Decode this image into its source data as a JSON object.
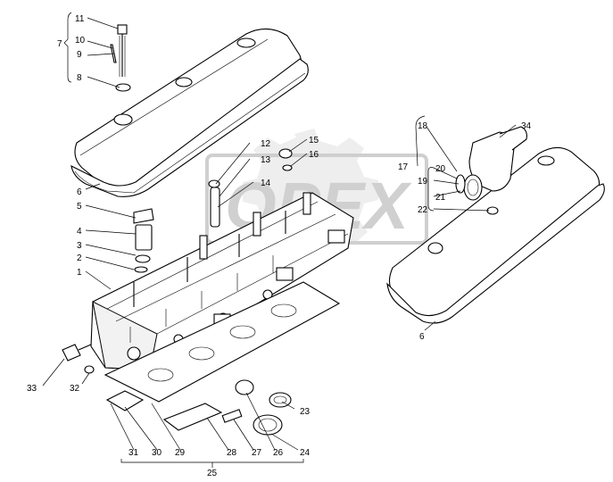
{
  "watermark": "OPEX",
  "colors": {
    "line": "#000000",
    "background": "#ffffff",
    "watermark": "#d9d9d9"
  },
  "callouts": {
    "c1": "1",
    "c2": "2",
    "c3": "3",
    "c4": "4",
    "c5": "5",
    "c6a": "6",
    "c6b": "6",
    "c7": "7",
    "c8": "8",
    "c9": "9",
    "c10": "10",
    "c11": "11",
    "c12": "12",
    "c13": "13",
    "c14": "14",
    "c15": "15",
    "c16": "16",
    "c17": "17",
    "c18": "18",
    "c19": "19",
    "c20": "20",
    "c21": "21",
    "c22": "22",
    "c23": "23",
    "c24": "24",
    "c25": "25",
    "c26": "26",
    "c27": "27",
    "c28": "28",
    "c29": "29",
    "c30": "30",
    "c31": "31",
    "c32": "32",
    "c33": "33",
    "c34": "34"
  }
}
